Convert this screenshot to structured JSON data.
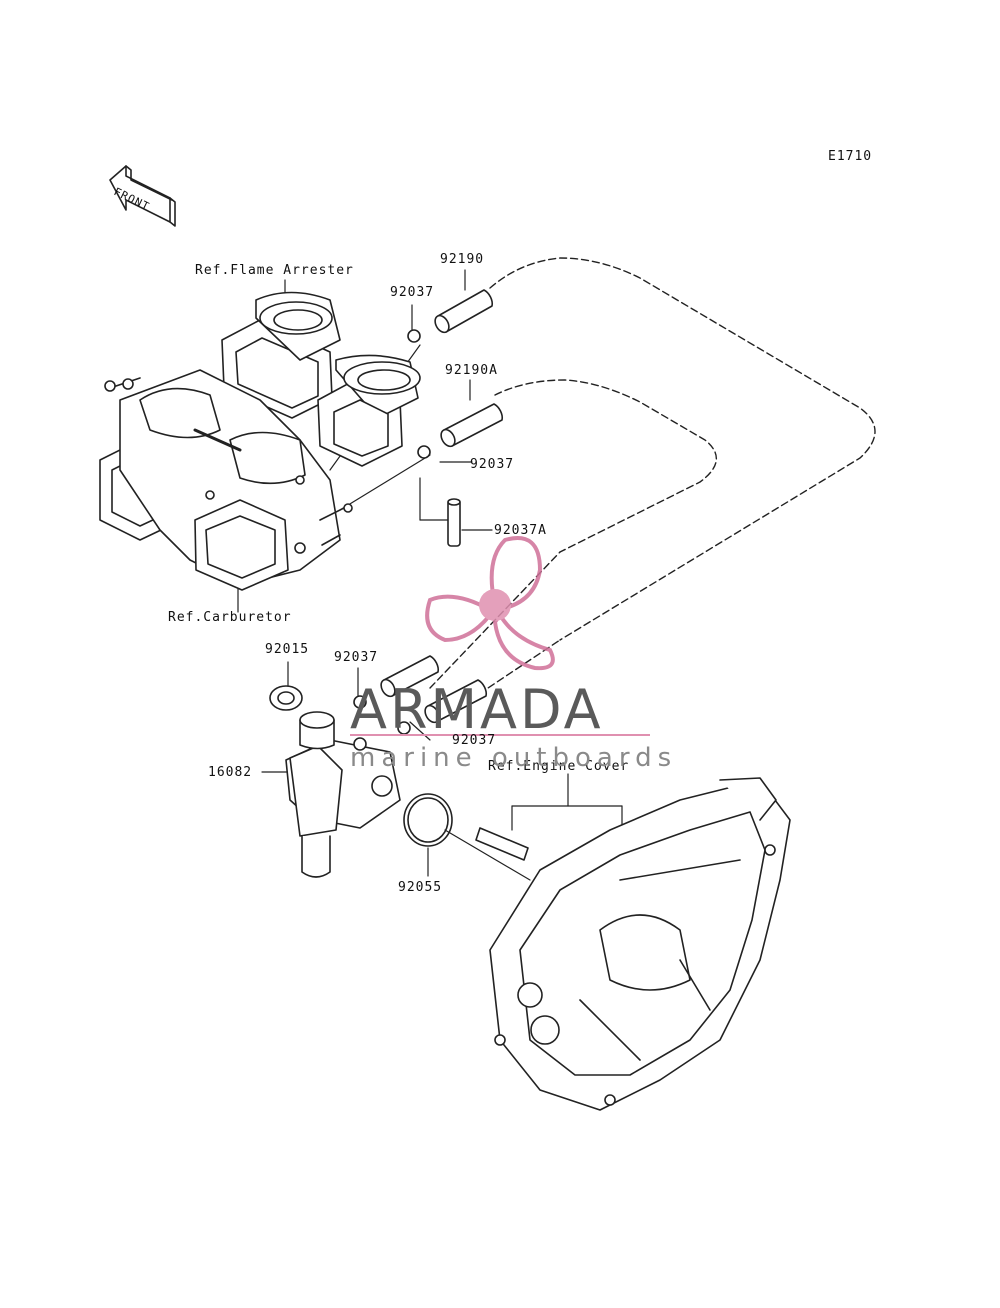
{
  "diagram": {
    "code": "E1710",
    "front_label": "FRONT",
    "labels": {
      "flame_arrester": "Ref.Flame Arrester",
      "carburetor": "Ref.Carburetor",
      "engine_cover": "Ref.Engine Cover",
      "p92190": "92190",
      "p92190a": "92190A",
      "p92037_top": "92037",
      "p92037_mid": "92037",
      "p92037a": "92037A",
      "p92015": "92015",
      "p92037_left": "92037",
      "p92037_low": "92037",
      "p16082": "16082",
      "p92055": "92055"
    }
  },
  "watermark": {
    "brand": "ARMADA",
    "tagline": "marine outboards",
    "colors": {
      "logo": "#e090b0",
      "logo_dark": "#d07098",
      "text": "#5a5a5a"
    }
  }
}
